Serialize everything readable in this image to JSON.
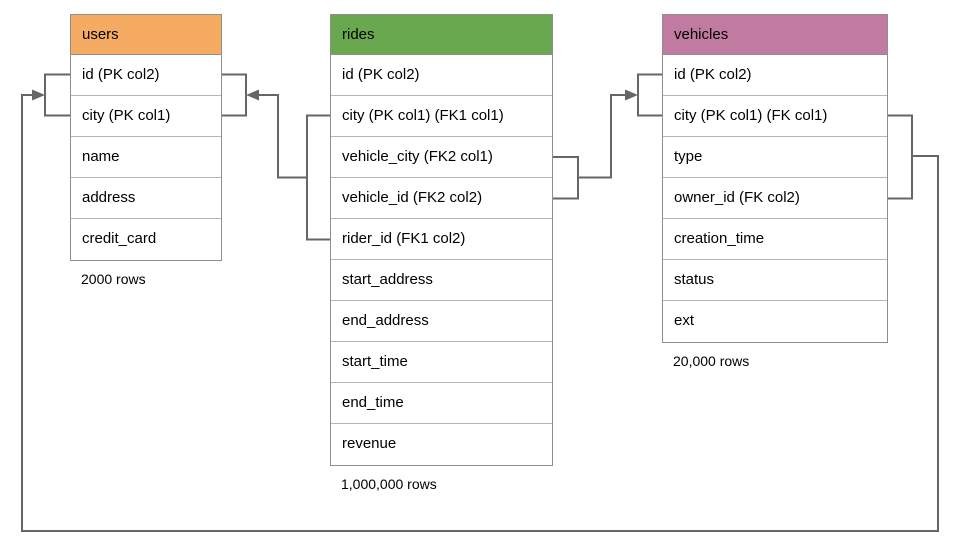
{
  "diagram": {
    "background_color": "#ffffff",
    "connector_color": "#666666",
    "table_border_color": "#8e8e8e",
    "row_divider_color": "#b5b5b5",
    "tables": {
      "users": {
        "title": "users",
        "header_color": "#f6ab63",
        "columns": [
          "id (PK col2)",
          "city (PK col1)",
          "name",
          "address",
          "credit_card"
        ],
        "row_count_label": "2000 rows"
      },
      "rides": {
        "title": "rides",
        "header_color": "#6aa84f",
        "columns": [
          "id (PK col2)",
          "city (PK col1) (FK1 col1)",
          "vehicle_city (FK2 col1)",
          "vehicle_id (FK2 col2)",
          "rider_id (FK1 col2)",
          "start_address",
          "end_address",
          "start_time",
          "end_time",
          "revenue"
        ],
        "row_count_label": "1,000,000 rows"
      },
      "vehicles": {
        "title": "vehicles",
        "header_color": "#c27ba0",
        "columns": [
          "id (PK col2)",
          "city (PK col1) (FK col1)",
          "type",
          "owner_id (FK col2)",
          "creation_time",
          "status",
          "ext"
        ],
        "row_count_label": "20,000 rows"
      }
    },
    "relationships": [
      {
        "name": "rides-fk1-users",
        "from_table": "rides",
        "from_columns": "city, rider_id",
        "to_table": "users",
        "to_columns": "id, city",
        "label": "FK1"
      },
      {
        "name": "rides-fk2-vehicles",
        "from_table": "rides",
        "from_columns": "vehicle_city, vehicle_id",
        "to_table": "vehicles",
        "to_columns": "id, city",
        "label": "FK2"
      },
      {
        "name": "vehicles-fk-users",
        "from_table": "vehicles",
        "from_columns": "city, owner_id",
        "to_table": "users",
        "to_columns": "id, city",
        "label": "FK"
      }
    ]
  }
}
